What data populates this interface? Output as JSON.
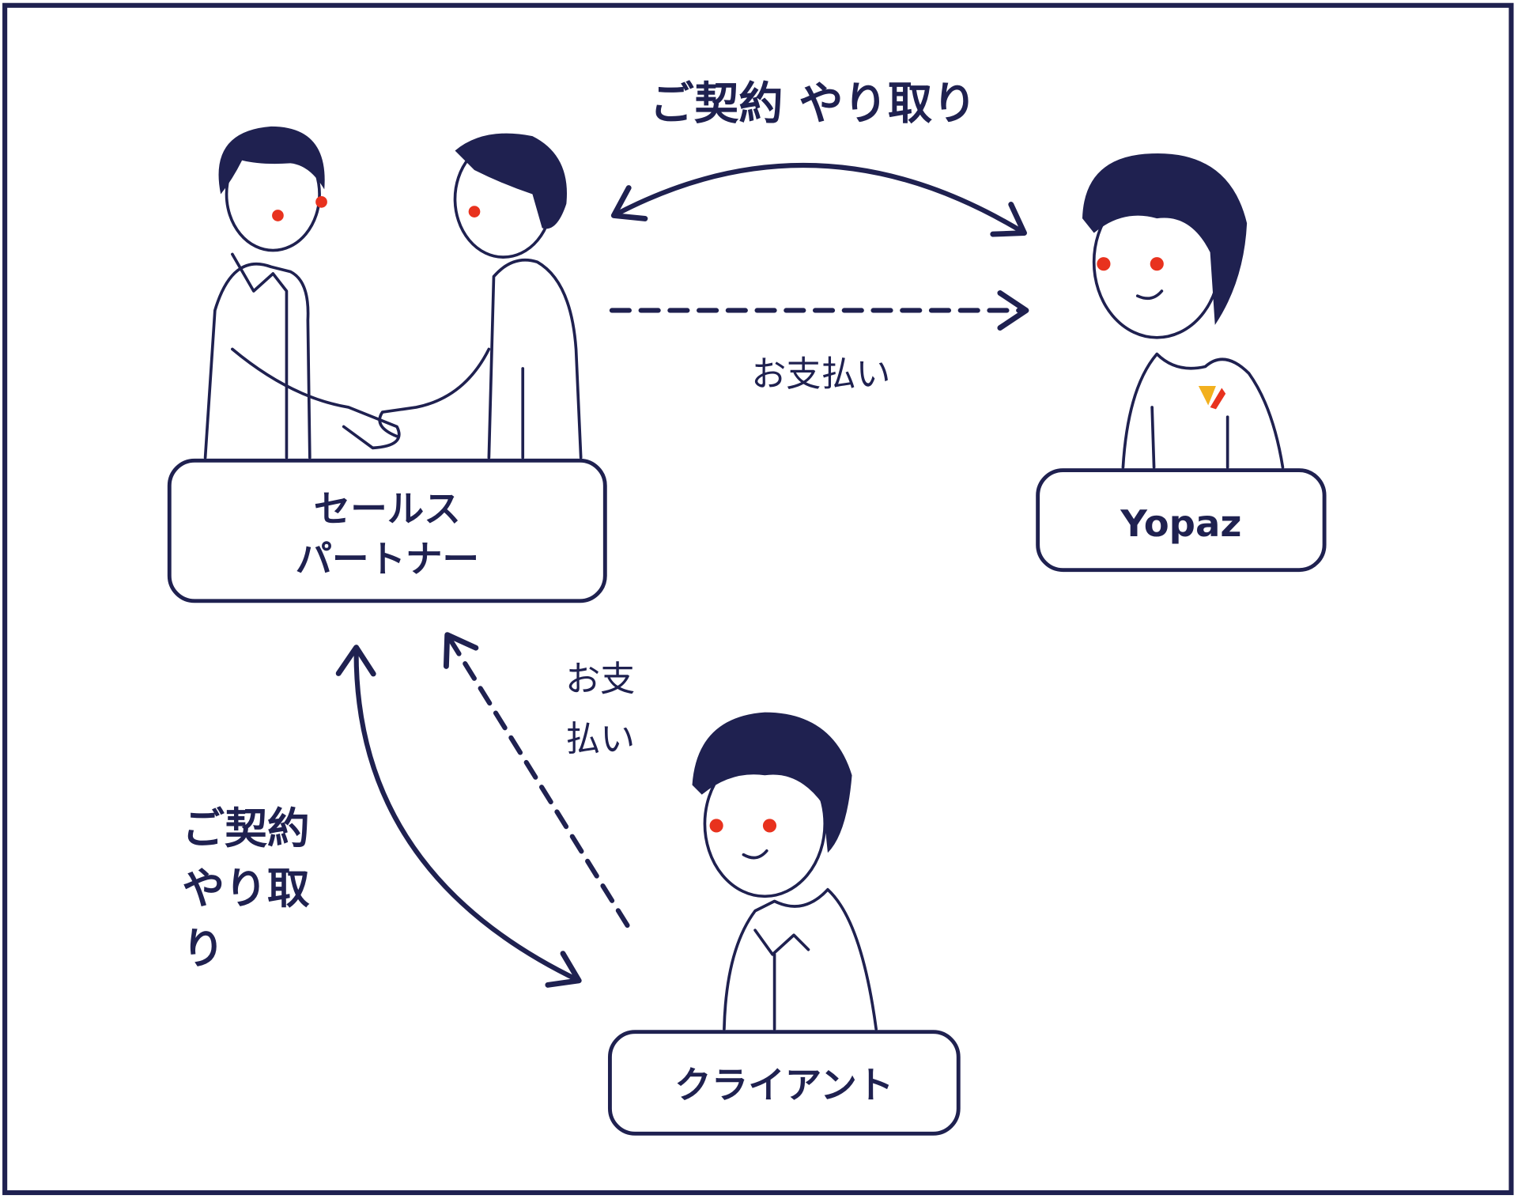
{
  "colors": {
    "ink": "#1f2150",
    "cheek": "#e8321e",
    "background": "#ffffff"
  },
  "top_arrow_label": "ご契約 やり取り",
  "top_payment_label": "お支払い",
  "left_arrow_label": [
    "ご契約",
    "やり取",
    "り"
  ],
  "diag_payment_label": [
    "お支",
    "払い"
  ],
  "nodes": {
    "sales_partner": [
      "セールス",
      "パートナー"
    ],
    "yopaz": "Yopaz",
    "client": "クライアント"
  }
}
